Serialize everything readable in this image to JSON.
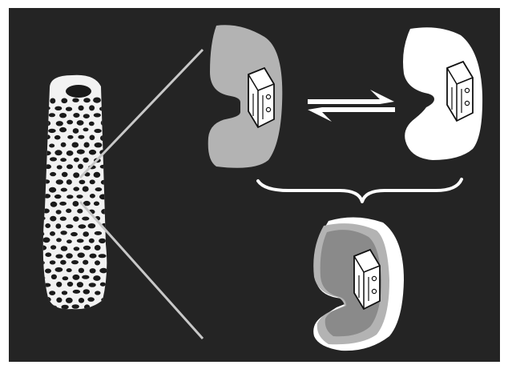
{
  "figure": {
    "colors": {
      "frame": "#ffffff",
      "background": "#242424",
      "tube_fill": "#f2f2f2",
      "tube_pore": "#1a1a1a",
      "dimer_light": "#ffffff",
      "dimer_gray": "#b3b3b3",
      "dimer_dark_gray": "#8a8a8a",
      "outline": "#111111",
      "connector_line": "#c8c8c8"
    },
    "icons": {
      "equilibrium": "double-harpoon-arrows",
      "brace": "curly-brace-down",
      "tubule": "microtubule-lattice",
      "nucleotide": "hexagonal-nucleotide-glyph"
    }
  }
}
